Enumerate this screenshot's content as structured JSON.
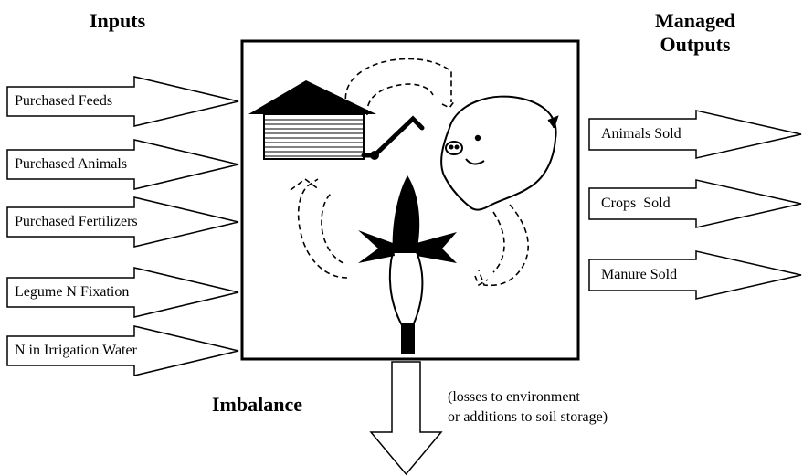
{
  "headings": {
    "inputs": "Inputs",
    "managed_outputs_line1": "Managed",
    "managed_outputs_line2": "Outputs",
    "imbalance": "Imbalance"
  },
  "inputs": [
    "Purchased Feeds",
    "Purchased Animals",
    "Purchased Fertilizers",
    "Legume N Fixation",
    "N in Irrigation Water"
  ],
  "outputs": [
    "Animals Sold",
    "Crops  Sold",
    "Manure Sold"
  ],
  "imbalance_note": {
    "line1": "(losses to environment",
    "line2": "or additions to soil storage)"
  },
  "icons": [
    "barn-icon",
    "pig-icon",
    "corn-icon",
    "cycle-arrows-icon"
  ],
  "colors": {
    "line": "#000000",
    "background": "#ffffff"
  }
}
